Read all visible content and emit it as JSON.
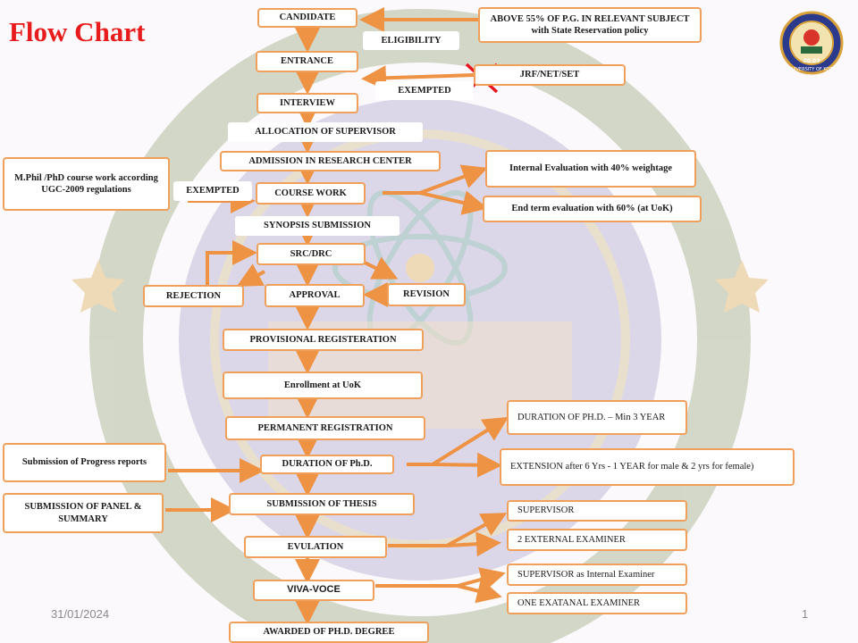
{
  "title": "Flow Chart",
  "footer": {
    "date": "31/01/2024",
    "page": "1"
  },
  "seal": {
    "text": "UNIVERSITY OF KOTA",
    "years": "20 03"
  },
  "colors": {
    "accent": "#f0a05a",
    "arrow": "#ee9244",
    "title": "#e81c1c",
    "cross": "#e8141e",
    "watermark": "#6a5aa5"
  },
  "nodes": {
    "candidate": "CANDIDATE",
    "eligibility": "ELIGIBILITY",
    "eligibility_criteria": "ABOVE   55%  OF P.G. IN RELEVANT SUBJECT with State Reservation policy",
    "entrance": "ENTRANCE",
    "jrf": "JRF/NET/SET",
    "exempted_entrance": "EXEMPTED",
    "interview": "INTERVIEW",
    "allocation": "ALLOCATION OF SUPERVISOR",
    "admission": "ADMISSION  IN RESEARCH  CENTER",
    "mphil": "M.Phil /PhD course work according UGC-2009 regulations",
    "exempted_coursework": "EXEMPTED",
    "course_work": "COURSE WORK",
    "internal_eval": "Internal Evaluation with 40% weightage",
    "end_term_eval": "End term evaluation with 60% (at UoK)",
    "synopsis": "SYNOPSIS SUBMISSION",
    "src_drc": "SRC/DRC",
    "rejection": "REJECTION",
    "approval": "APPROVAL",
    "revision": "REVISION",
    "provisional": "PROVISIONAL REGISTERATION",
    "enrollment": "Enrollment at UoK",
    "permanent": "PERMANENT REGISTRATION",
    "duration_min": "DURATION OF PH.D. – Min 3 YEAR",
    "progress_reports": "Submission of Progress reports",
    "duration": "DURATION OF Ph.D.",
    "extension": "EXTENSION after 6 Yrs  - 1 YEAR for male  & 2 yrs  for female)",
    "panel_summary": "SUBMISSION OF PANEL & SUMMARY",
    "thesis": "SUBMISSION OF THESIS",
    "supervisor": "SUPERVISOR",
    "evaluation": "EVULATION",
    "external_examiners": "2 EXTERNAL EXAMINER",
    "supervisor_internal": "SUPERVISOR as Internal Examiner",
    "viva": "VIVA-VOCE",
    "one_external": "ONE EXATANAL  EXAMINER",
    "awarded": "AWARDED OF PH.D. DEGREE"
  }
}
